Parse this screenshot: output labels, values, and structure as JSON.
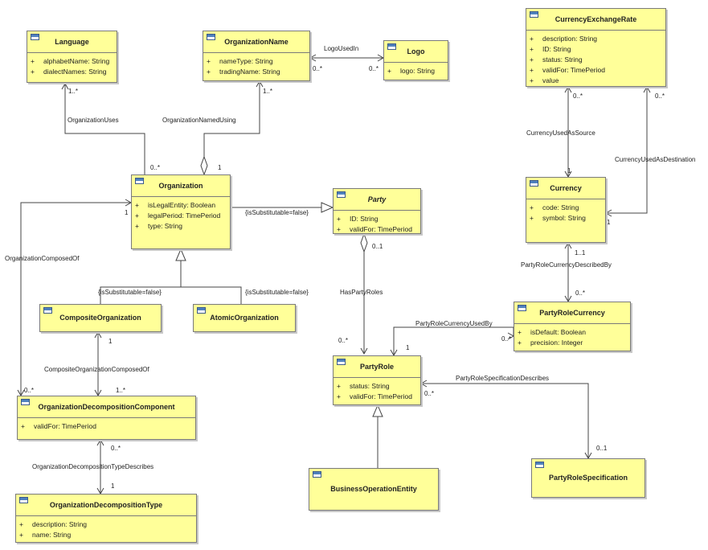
{
  "classes": [
    {
      "id": "language",
      "name": "Language",
      "attrs": [
        "alphabetName: String",
        "dialectNames: String"
      ]
    },
    {
      "id": "organization-name",
      "name": "OrganizationName",
      "attrs": [
        "nameType: String",
        "tradingName: String"
      ]
    },
    {
      "id": "logo",
      "name": "Logo",
      "attrs": [
        "logo: String"
      ]
    },
    {
      "id": "currency-exchange-rate",
      "name": "CurrencyExchangeRate",
      "attrs": [
        "description: String",
        "ID: String",
        "status: String",
        "validFor: TimePeriod",
        "value"
      ]
    },
    {
      "id": "organization",
      "name": "Organization",
      "attrs": [
        "isLegalEntity: Boolean",
        "legalPeriod: TimePeriod",
        "type: String"
      ]
    },
    {
      "id": "party",
      "name": "Party",
      "abstract": true,
      "attrs": [
        "ID: String",
        "validFor: TimePeriod"
      ]
    },
    {
      "id": "currency",
      "name": "Currency",
      "attrs": [
        "code: String",
        "symbol: String"
      ]
    },
    {
      "id": "composite-organization",
      "name": "CompositeOrganization",
      "attrs": []
    },
    {
      "id": "atomic-organization",
      "name": "AtomicOrganization",
      "attrs": []
    },
    {
      "id": "party-role-currency",
      "name": "PartyRoleCurrency",
      "attrs": [
        "isDefault: Boolean",
        "precision: Integer"
      ]
    },
    {
      "id": "party-role",
      "name": "PartyRole",
      "attrs": [
        "status: String",
        "validFor: TimePeriod"
      ]
    },
    {
      "id": "organization-decomposition-component",
      "name": "OrganizationDecompositionComponent",
      "attrs": [
        "validFor: TimePeriod"
      ]
    },
    {
      "id": "business-operation-entity",
      "name": "BusinessOperationEntity",
      "attrs": []
    },
    {
      "id": "party-role-specification",
      "name": "PartyRoleSpecification",
      "attrs": []
    },
    {
      "id": "organization-decomposition-type",
      "name": "OrganizationDecompositionType",
      "attrs": [
        "description: String",
        "name: String"
      ]
    }
  ],
  "attribute_visibility": "+",
  "labels": {
    "logo_used_in": "LogoUsedIn",
    "organization_uses": "OrganizationUses",
    "organization_named_using": "OrganizationNamedUsing",
    "currency_used_as_source": "CurrencyUsedAsSource",
    "currency_used_as_destination": "CurrencyUsedAsDestination",
    "organization_composed_of": "OrganizationComposedOf",
    "is_substitutable_party": "{isSubstitutable=false}",
    "is_substitutable_composite": "{isSubstitutable=false}",
    "is_substitutable_atomic": "{isSubstitutable=false}",
    "has_party_roles": "HasPartyRoles",
    "party_role_currency_described_by": "PartyRoleCurrencyDescribedBy",
    "party_role_currency_used_by": "PartyRoleCurrencyUsedBy",
    "composite_organization_composed_of": "CompositeOrganizationComposedOf",
    "party_role_specification_describes": "PartyRoleSpecificationDescribes",
    "organization_decomposition_type_describes": "OrganizationDecompositionTypeDescribes"
  },
  "multiplicities": {
    "lang_1n": "1..*",
    "org_uses_0n": "0..*",
    "orgname_1n": "1..*",
    "org_named_1": "1",
    "logo_used_in_orgname_0n": "0..*",
    "logo_used_in_logo_0n": "0..*",
    "cer_src_0n": "0..*",
    "cer_dst_0n": "0..*",
    "currency_src_1": "1",
    "currency_dst_1": "1",
    "org_composed_1": "1",
    "org_composed_0n": "0..*",
    "party_01": "0..1",
    "partyrole_0n": "0..*",
    "currency_11": "1..1",
    "prc_0n": "0..*",
    "partyrole_used_by_1": "1",
    "prc_used_by_0n": "0..*",
    "composite_1": "1",
    "odc_1n": "1..*",
    "partyrole_spec_0n": "0..*",
    "prs_01": "0..1",
    "odc_0n": "0..*",
    "odt_1": "1"
  }
}
